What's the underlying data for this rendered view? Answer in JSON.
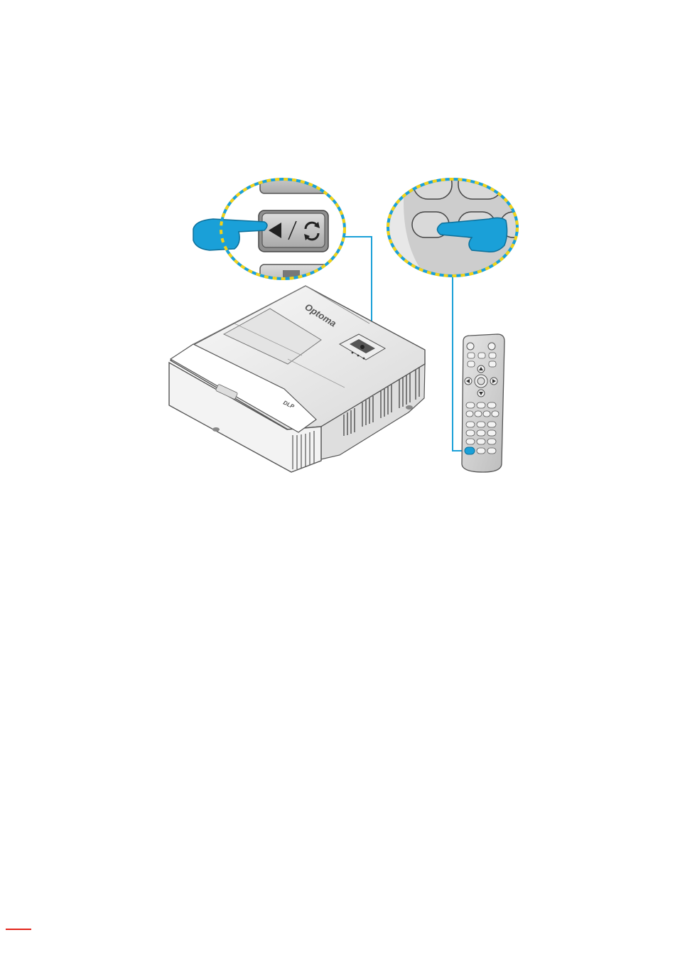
{
  "projector": {
    "brand_logo": "Optoma",
    "lens_badge": "DLP"
  },
  "callouts": {
    "keypad_zoom": {
      "button_icons": [
        "left-arrow-icon",
        "resync-icon"
      ]
    },
    "remote_zoom": {
      "highlighted": "resync-button"
    }
  },
  "colors": {
    "accent_blue": "#1aa0d8",
    "dash_yellow": "#f2d21a",
    "footer_red": "#e2231a"
  }
}
